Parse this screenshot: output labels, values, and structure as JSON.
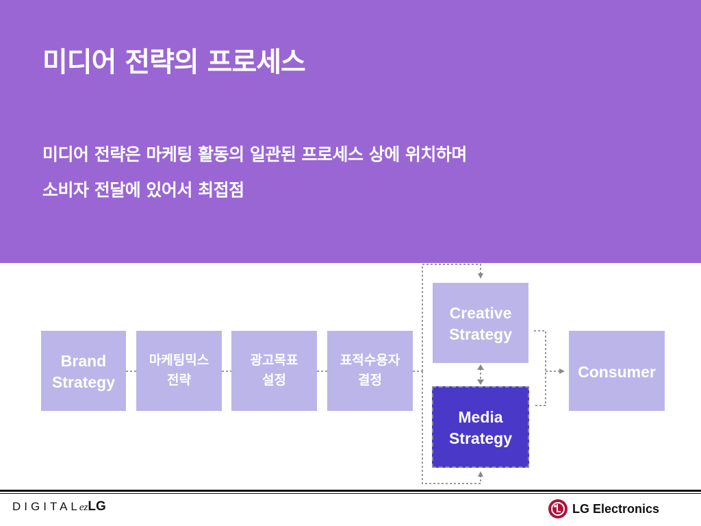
{
  "slide": {
    "title": "미디어 전략의 프로세스",
    "subtitle_line1": "미디어 전략은 마케팅 활동의 일관된 프로세스 상에 위치하며",
    "subtitle_line2": "소비자 전달에 있어서 최접점"
  },
  "diagram": {
    "nodes": [
      {
        "id": "brand",
        "label": "Brand\nStrategy"
      },
      {
        "id": "marketing_mix",
        "label": "마케팅믹스\n전략"
      },
      {
        "id": "ad_goal",
        "label": "광고목표\n설정"
      },
      {
        "id": "target",
        "label": "표적수용자\n결정"
      },
      {
        "id": "creative",
        "label": "Creative\nStrategy"
      },
      {
        "id": "media",
        "label": "Media\nStrategy"
      },
      {
        "id": "consumer",
        "label": "Consumer"
      }
    ],
    "edges": [
      {
        "from": "brand",
        "to": "marketing_mix"
      },
      {
        "from": "marketing_mix",
        "to": "ad_goal"
      },
      {
        "from": "ad_goal",
        "to": "target"
      },
      {
        "from": "target",
        "to": "creative"
      },
      {
        "from": "target",
        "to": "media"
      },
      {
        "from": "creative",
        "to": "media",
        "bidirectional": true
      },
      {
        "from": "creative",
        "to": "consumer"
      },
      {
        "from": "media",
        "to": "consumer"
      }
    ]
  },
  "footer": {
    "brand_digital": "DIGITAL",
    "brand_ez": "ez",
    "brand_lg": "LG",
    "company": "LG Electronics"
  },
  "colors": {
    "header_bg": "#9966d4",
    "box_light": "#bcb5ea",
    "box_media": "#4a38c8",
    "logo_red": "#b0103a"
  },
  "icons": {
    "lg_logo": "lg-logo-icon"
  }
}
